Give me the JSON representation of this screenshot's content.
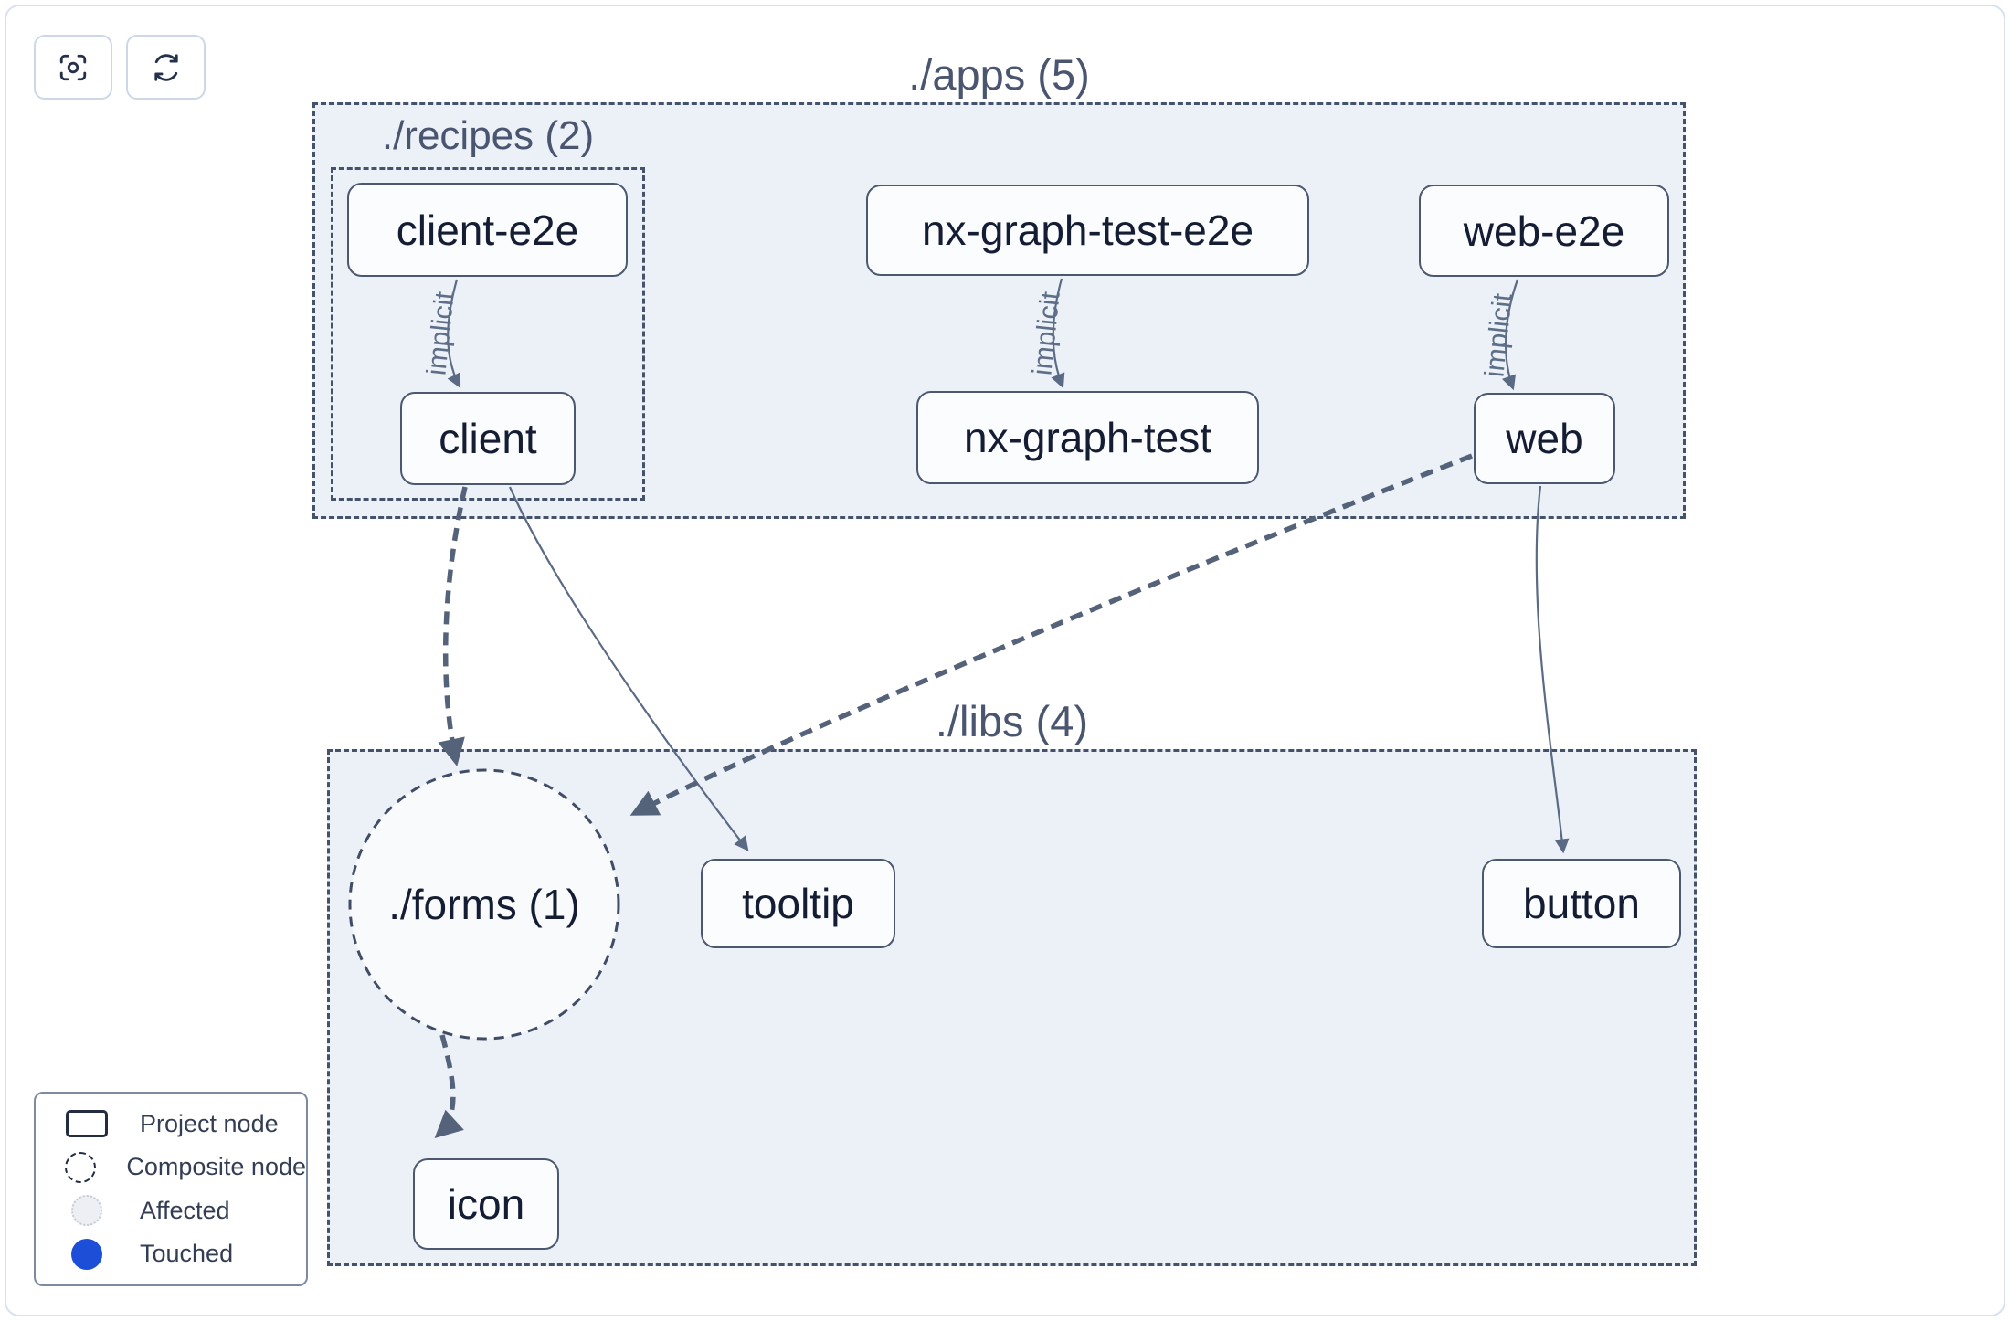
{
  "toolbar": {
    "buttons": [
      {
        "name": "focus",
        "icon": "focus-icon"
      },
      {
        "name": "refresh",
        "icon": "refresh-icon"
      }
    ]
  },
  "graph": {
    "groups": [
      {
        "id": "apps",
        "label": "./apps (5)",
        "shape": "rect",
        "parent": null
      },
      {
        "id": "recipes",
        "label": "./recipes (2)",
        "shape": "rect",
        "parent": "apps"
      },
      {
        "id": "libs",
        "label": "./libs (4)",
        "shape": "rect",
        "parent": null
      },
      {
        "id": "forms",
        "label": "./forms (1)",
        "shape": "circle",
        "parent": "libs"
      }
    ],
    "nodes": [
      {
        "id": "client-e2e",
        "label": "client-e2e",
        "group": "recipes"
      },
      {
        "id": "client",
        "label": "client",
        "group": "recipes"
      },
      {
        "id": "nx-graph-test-e2e",
        "label": "nx-graph-test-e2e",
        "group": "apps"
      },
      {
        "id": "nx-graph-test",
        "label": "nx-graph-test",
        "group": "apps"
      },
      {
        "id": "web-e2e",
        "label": "web-e2e",
        "group": "apps"
      },
      {
        "id": "web",
        "label": "web",
        "group": "apps"
      },
      {
        "id": "tooltip",
        "label": "tooltip",
        "group": "libs"
      },
      {
        "id": "button",
        "label": "button",
        "group": "libs"
      },
      {
        "id": "icon",
        "label": "icon",
        "group": "libs"
      }
    ],
    "edges": [
      {
        "from": "client-e2e",
        "to": "client",
        "label": "implicit",
        "style": "solid"
      },
      {
        "from": "nx-graph-test-e2e",
        "to": "nx-graph-test",
        "label": "implicit",
        "style": "solid"
      },
      {
        "from": "web-e2e",
        "to": "web",
        "label": "implicit",
        "style": "solid"
      },
      {
        "from": "client",
        "to": "tooltip",
        "label": "",
        "style": "solid"
      },
      {
        "from": "web",
        "to": "button",
        "label": "",
        "style": "solid"
      },
      {
        "from": "client",
        "to": "./forms",
        "label": "",
        "style": "dashed"
      },
      {
        "from": "web",
        "to": "./forms",
        "label": "",
        "style": "dashed"
      },
      {
        "from": "./forms",
        "to": "icon",
        "label": "",
        "style": "dashed"
      }
    ]
  },
  "legend": {
    "items": [
      {
        "swatch": "project-rect",
        "label": "Project node"
      },
      {
        "swatch": "composite-circle",
        "label": "Composite node"
      },
      {
        "swatch": "affected-circle",
        "label": "Affected"
      },
      {
        "swatch": "touched-circle",
        "label": "Touched"
      }
    ]
  },
  "colors": {
    "touched_blue": "#1d4ed8",
    "container_fill": "#ecf1f7",
    "dashed_border": "#45526b",
    "node_border": "#4b586f",
    "node_text": "#141d33",
    "edge": "#5b6b85"
  }
}
